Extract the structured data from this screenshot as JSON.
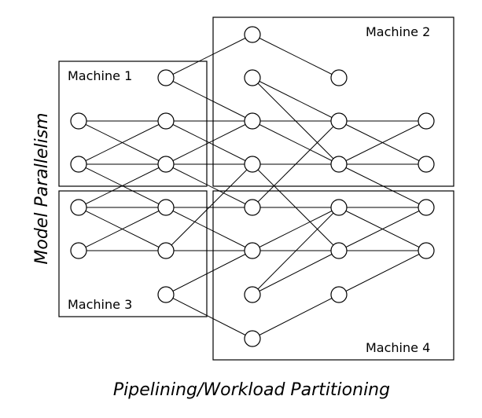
{
  "machines": [
    {
      "id": "m1",
      "label": "Machine 1"
    },
    {
      "id": "m2",
      "label": "Machine 2"
    },
    {
      "id": "m3",
      "label": "Machine 3"
    },
    {
      "id": "m4",
      "label": "Machine 4"
    }
  ],
  "axes": {
    "vertical_label": "Model Parallelism",
    "horizontal_label": "Pipelining/Workload Partitioning"
  },
  "network": {
    "layers": [
      {
        "id": "L0",
        "node_count": 4
      },
      {
        "id": "L1",
        "node_count": 6
      },
      {
        "id": "L2",
        "node_count": 8
      },
      {
        "id": "L3",
        "node_count": 6
      },
      {
        "id": "L4",
        "node_count": 4
      }
    ],
    "edges": [
      [
        "0.0",
        "1.1"
      ],
      [
        "0.0",
        "1.2"
      ],
      [
        "0.1",
        "1.1"
      ],
      [
        "0.1",
        "1.2"
      ],
      [
        "0.1",
        "1.3"
      ],
      [
        "0.2",
        "1.2"
      ],
      [
        "0.2",
        "1.3"
      ],
      [
        "0.2",
        "1.4"
      ],
      [
        "0.3",
        "1.3"
      ],
      [
        "0.3",
        "1.4"
      ],
      [
        "1.0",
        "2.0"
      ],
      [
        "1.0",
        "2.2"
      ],
      [
        "1.1",
        "2.2"
      ],
      [
        "1.1",
        "2.3"
      ],
      [
        "1.2",
        "2.2"
      ],
      [
        "1.2",
        "2.3"
      ],
      [
        "1.2",
        "2.4"
      ],
      [
        "1.3",
        "2.4"
      ],
      [
        "1.3",
        "2.5"
      ],
      [
        "1.4",
        "2.3"
      ],
      [
        "1.4",
        "2.5"
      ],
      [
        "1.5",
        "2.5"
      ],
      [
        "1.5",
        "2.7"
      ],
      [
        "2.0",
        "3.0"
      ],
      [
        "2.1",
        "3.1"
      ],
      [
        "2.1",
        "3.2"
      ],
      [
        "2.2",
        "3.1"
      ],
      [
        "2.2",
        "3.2"
      ],
      [
        "2.3",
        "3.2"
      ],
      [
        "2.3",
        "3.4"
      ],
      [
        "2.4",
        "3.1"
      ],
      [
        "2.4",
        "3.3"
      ],
      [
        "2.5",
        "3.3"
      ],
      [
        "2.5",
        "3.4"
      ],
      [
        "2.6",
        "3.3"
      ],
      [
        "2.6",
        "3.4"
      ],
      [
        "2.7",
        "3.5"
      ],
      [
        "3.1",
        "4.0"
      ],
      [
        "3.1",
        "4.1"
      ],
      [
        "3.2",
        "4.0"
      ],
      [
        "3.2",
        "4.1"
      ],
      [
        "3.2",
        "4.2"
      ],
      [
        "3.3",
        "4.2"
      ],
      [
        "3.3",
        "4.3"
      ],
      [
        "3.4",
        "4.2"
      ],
      [
        "3.4",
        "4.3"
      ],
      [
        "3.5",
        "4.3"
      ]
    ]
  }
}
